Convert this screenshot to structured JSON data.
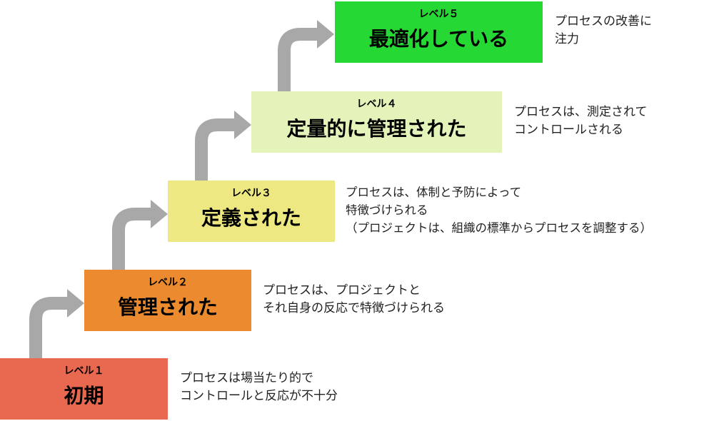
{
  "levels": [
    {
      "level_label": "レベル１",
      "name": "初期",
      "color": "#e8694f",
      "description": [
        "プロセスは場当たり的で",
        "コントロールと反応が不十分"
      ]
    },
    {
      "level_label": "レベル２",
      "name": "管理された",
      "color": "#ec8a2f",
      "description": [
        "プロセスは、プロジェクトと",
        "それ自身の反応で特徴づけられる"
      ]
    },
    {
      "level_label": "レベル３",
      "name": "定義された",
      "color": "#ede881",
      "description": [
        "プロセスは、体制と予防によって",
        "特徴づけられる",
        "（プロジェクトは、組織の標準からプロセスを調整する）"
      ]
    },
    {
      "level_label": "レベル４",
      "name": "定量的に管理された",
      "color": "#e4f3b9",
      "description": [
        "プロセスは、測定されて",
        "コントロールされる"
      ]
    },
    {
      "level_label": "レベル５",
      "name": "最適化している",
      "color": "#25d834",
      "description": [
        "プロセスの改善に",
        "注力"
      ]
    }
  ],
  "arrow_color": "#a8a8a8"
}
